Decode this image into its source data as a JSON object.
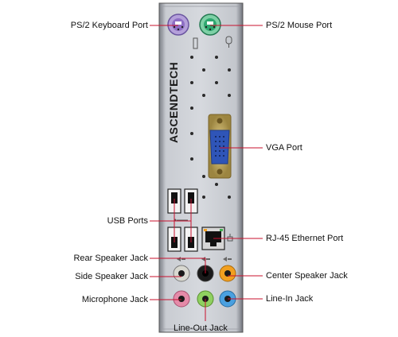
{
  "diagram": {
    "brand_text": "ASCENDTECH",
    "labels": {
      "ps2_keyboard": "PS/2 Keyboard Port",
      "ps2_mouse": "PS/2 Mouse Port",
      "vga": "VGA Port",
      "usb": "USB Ports",
      "rj45": "RJ-45 Ethernet Port",
      "rear_speaker": "Rear Speaker Jack",
      "side_speaker": "Side Speaker Jack",
      "center_speaker": "Center Speaker Jack",
      "microphone": "Microphone Jack",
      "line_in": "Line-In Jack",
      "line_out": "Line-Out Jack"
    },
    "colors": {
      "ps2_keyboard": "#8e6fc4",
      "ps2_mouse": "#2fa870",
      "vga": "#2f55b8",
      "rear_speaker": "#1a1a1a",
      "side_speaker": "#d8d8d0",
      "center_speaker": "#f2a020",
      "microphone": "#e58aa8",
      "line_out": "#8fd060",
      "line_in": "#4aa0e0",
      "leader_line": "#c8102e"
    }
  }
}
